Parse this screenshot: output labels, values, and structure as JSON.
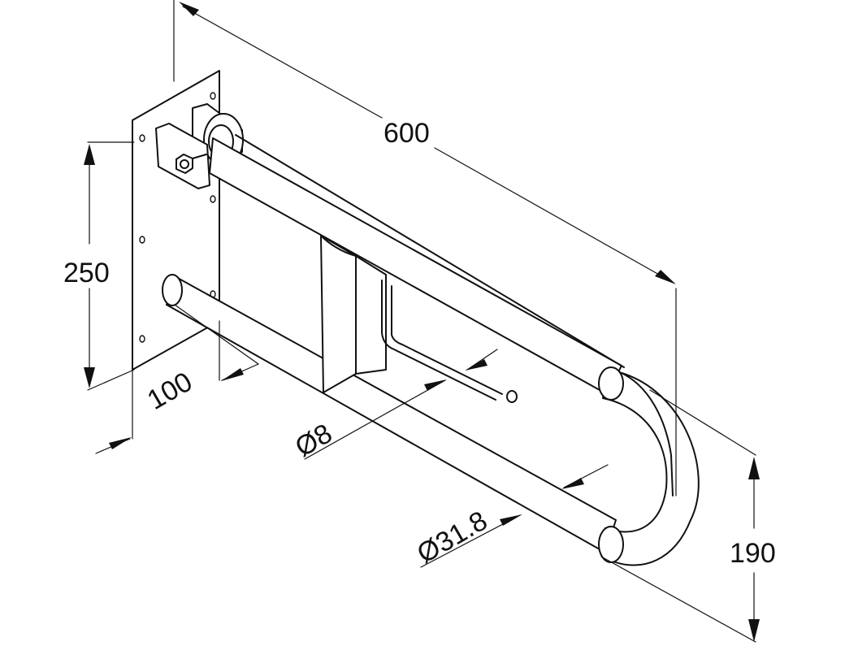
{
  "drawing": {
    "line_color": "#111111",
    "background": "#ffffff",
    "dimensions": {
      "length": "600",
      "plate_height": "250",
      "wall_offset": "100",
      "height": "190",
      "rod_diameter": "Ø8",
      "tube_diameter": "Ø31.8"
    }
  }
}
